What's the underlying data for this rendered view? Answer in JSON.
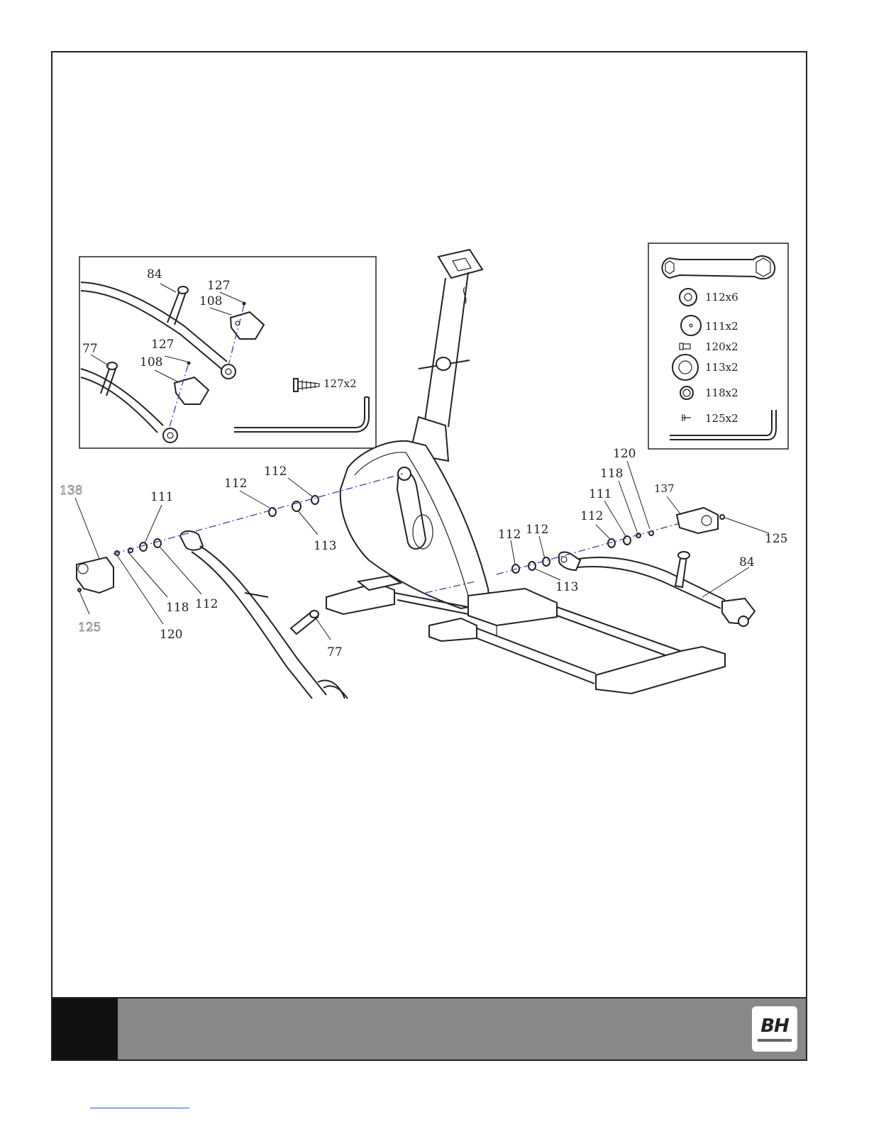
{
  "brand": {
    "logo_text": "BH"
  },
  "callouts_main": {
    "p138": "138",
    "p125_left": "125",
    "p111_left": "111",
    "p118_left": "118",
    "p120_left": "120",
    "p112_a": "112",
    "p112_b": "112",
    "p112_c": "112",
    "p113_left": "113",
    "p77_main": "77",
    "p112_d": "112",
    "p112_e": "112",
    "p113_right": "113",
    "p112_f": "112",
    "p111_right": "111",
    "p118_right": "118",
    "p120_right": "120",
    "p137": "137",
    "p125_right": "125",
    "p84_main": "84"
  },
  "inset_left": {
    "p84": "84",
    "p127_top": "127",
    "p108_top": "108",
    "p77": "77",
    "p127_bottom": "127",
    "p108_bottom": "108",
    "screw_qty": "127x2"
  },
  "inset_right": {
    "items": [
      "112x6",
      "111x2",
      "120x2",
      "113x2",
      "118x2",
      "125x2"
    ]
  }
}
